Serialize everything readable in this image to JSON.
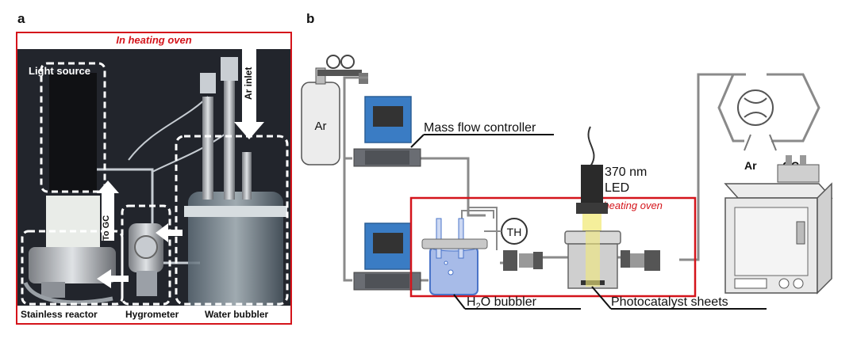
{
  "panel_a": {
    "letter": "a",
    "oven_label": "In heating oven",
    "labels": {
      "light_source": "Light source",
      "ar_inlet": "Ar inlet",
      "to_gc": "To GC",
      "stainless_reactor": "Stainless reactor",
      "hygrometer": "Hygrometer",
      "water_bubbler": "Water bubbler"
    }
  },
  "panel_b": {
    "letter": "b",
    "labels": {
      "ar_cylinder": "Ar",
      "mass_flow_controller": "Mass flow controller",
      "led_line1": "370 nm",
      "led_line2": "LED",
      "oven": "In heating oven",
      "th": "TH",
      "h2o_prefix": "H",
      "h2o_sub": "2",
      "h2o_suffix": "O bubbler",
      "photocatalyst": "Photocatalyst sheets",
      "valve_ar": "Ar",
      "valve_gc": "GC"
    }
  },
  "colors": {
    "oven_red": "#d4141b",
    "mfc_blue": "#3a7cc4",
    "bubbler_blue": "#4a74c8",
    "led_yellow": "#f2ea7a"
  }
}
